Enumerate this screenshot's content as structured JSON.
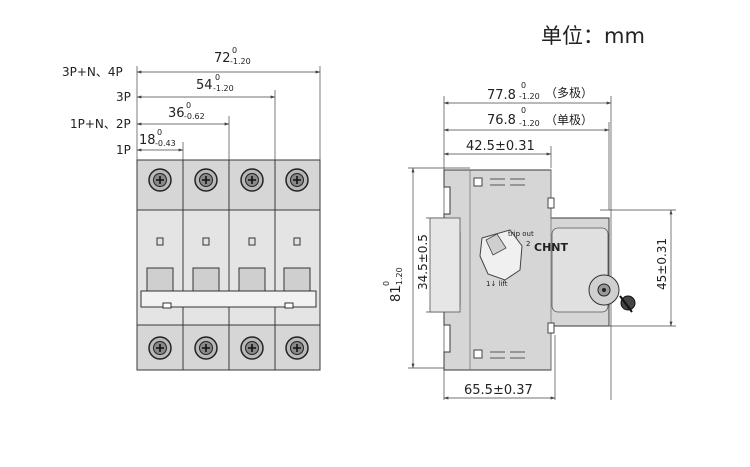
{
  "unit_label": "单位：mm",
  "front_view": {
    "pole_labels": {
      "p4": "3P+N、4P",
      "p3": "3P",
      "p2": "1P+N、2P",
      "p1": "1P"
    },
    "widths": {
      "p4": {
        "nominal": "72",
        "upper": "0",
        "lower": "-1.20"
      },
      "p3": {
        "nominal": "54",
        "upper": "0",
        "lower": "-1.20"
      },
      "p2": {
        "nominal": "36",
        "upper": "0",
        "lower": "-0.62"
      },
      "p1": {
        "nominal": "18",
        "upper": "0",
        "lower": "-0.43"
      }
    },
    "poles": 4
  },
  "side_view": {
    "depth_multi": {
      "nominal": "77.8",
      "upper": "0",
      "lower": "-1.20",
      "note": "（多极）"
    },
    "depth_single": {
      "nominal": "76.8",
      "upper": "0",
      "lower": "-1.20",
      "note": "（单极）"
    },
    "top_depth": "42.5±0.31",
    "bottom_depth": "65.5±0.37",
    "height": {
      "nominal": "81",
      "upper": "0",
      "lower": "-1.20"
    },
    "rail_height": "34.5±0.5",
    "front_height": "45±0.31",
    "brand": "CHNT",
    "marks": {
      "trip_out": "trip out",
      "lift": "1↓ lift",
      "num2": "2"
    }
  },
  "colors": {
    "body": "#d6d6d6",
    "body_dark": "#bdbdbd",
    "outline": "#3a3a3a",
    "dim_line": "#444444"
  }
}
